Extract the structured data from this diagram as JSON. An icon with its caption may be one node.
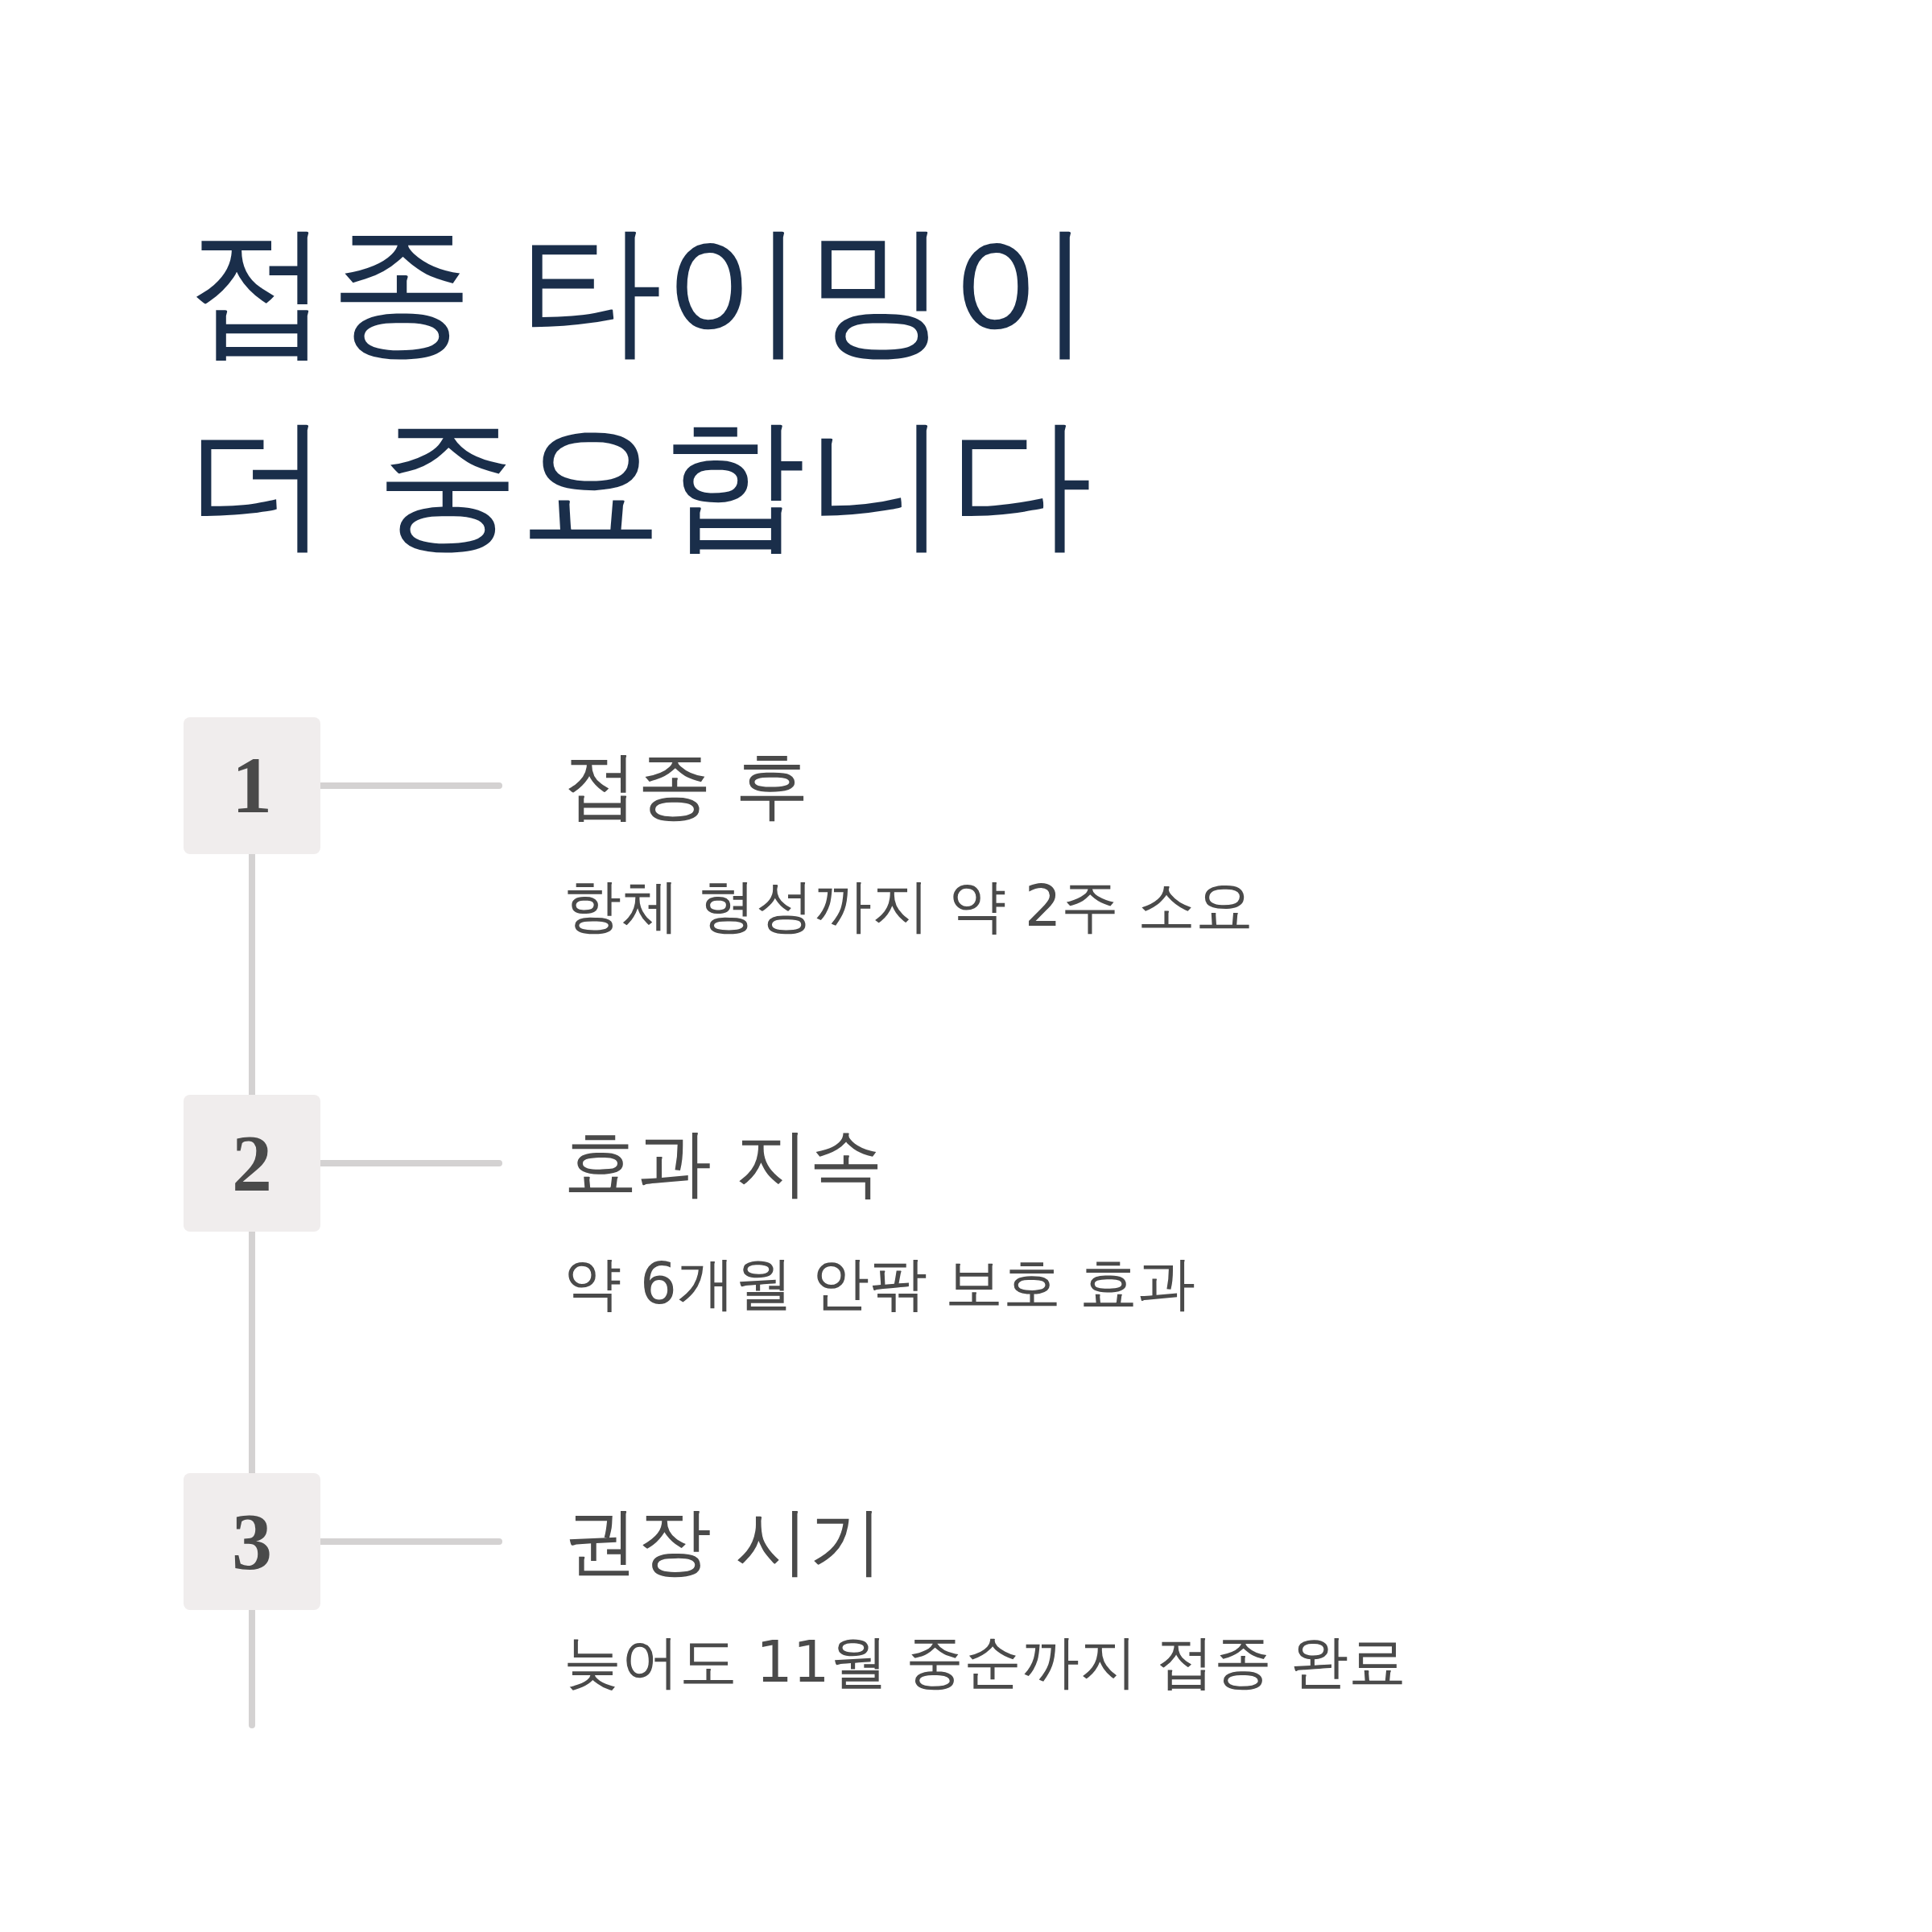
{
  "diagram": {
    "title": "접종 타이밍이 더 중요합니다",
    "nodes": [
      {
        "text": [
          "1"
        ]
      },
      {
        "text": [
          "접종 후",
          "항체 형성까지 약 2주 소요"
        ]
      },
      {
        "text": [
          "2"
        ]
      },
      {
        "text": [
          "효과 지속",
          "약 6개월 안팎 보호 효과"
        ]
      },
      {
        "text": [
          "3"
        ]
      },
      {
        "text": [
          "권장 시기",
          "늦어도 11월 중순까지 접종 완료"
        ]
      }
    ],
    "edges": [
      {
        "from": 0,
        "to": 1,
        "arrow": "none"
      },
      {
        "from": 0,
        "to": 2,
        "arrow": "none"
      },
      {
        "from": 2,
        "to": 3,
        "arrow": "none"
      },
      {
        "from": 2,
        "to": 4,
        "arrow": "none"
      },
      {
        "from": 4,
        "to": 5,
        "arrow": "none"
      },
      {
        "from": 4,
        "to": null,
        "arrow": "none"
      }
    ]
  }
}
